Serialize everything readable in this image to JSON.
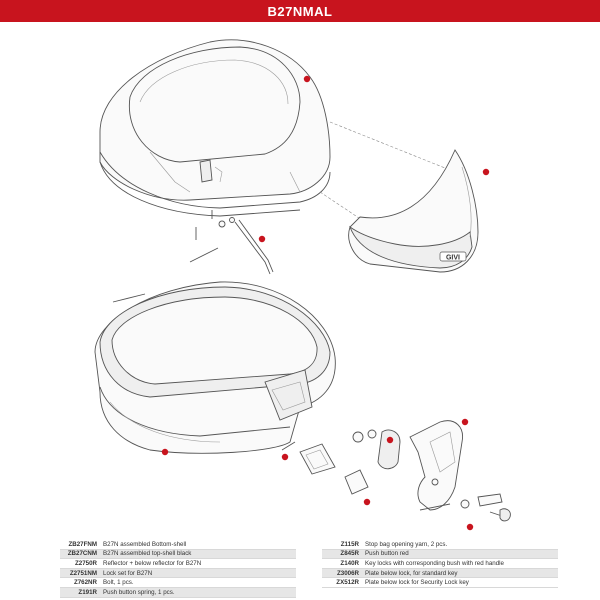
{
  "header": {
    "title": "B27NMAL",
    "accent": "#c8141e"
  },
  "diagram": {
    "logo_text": "GIVI"
  },
  "parts_left": [
    {
      "code": "ZB27FNM",
      "description": "B27N assembled Bottom-shell"
    },
    {
      "code": "ZB27CNM",
      "description": "B27N assembled top-shell black"
    },
    {
      "code": "Z2750R",
      "description": "Reflector + below reflector for B27N"
    },
    {
      "code": "Z2751NM",
      "description": "Lock set for B27N"
    },
    {
      "code": "Z762NR",
      "description": "Bolt, 1 pcs."
    },
    {
      "code": "Z191R",
      "description": "Push button spring, 1 pcs."
    }
  ],
  "parts_right": [
    {
      "code": "Z115R",
      "description": "Stop bag opening yarn, 2 pcs."
    },
    {
      "code": "Z845R",
      "description": "Push button red"
    },
    {
      "code": "Z140R",
      "description": "Key locks with corresponding bush with red handle"
    },
    {
      "code": "Z3006R",
      "description": "Plate below lock, for standard key"
    },
    {
      "code": "ZX512R",
      "description": "Plate below lock for Security Lock key"
    }
  ]
}
